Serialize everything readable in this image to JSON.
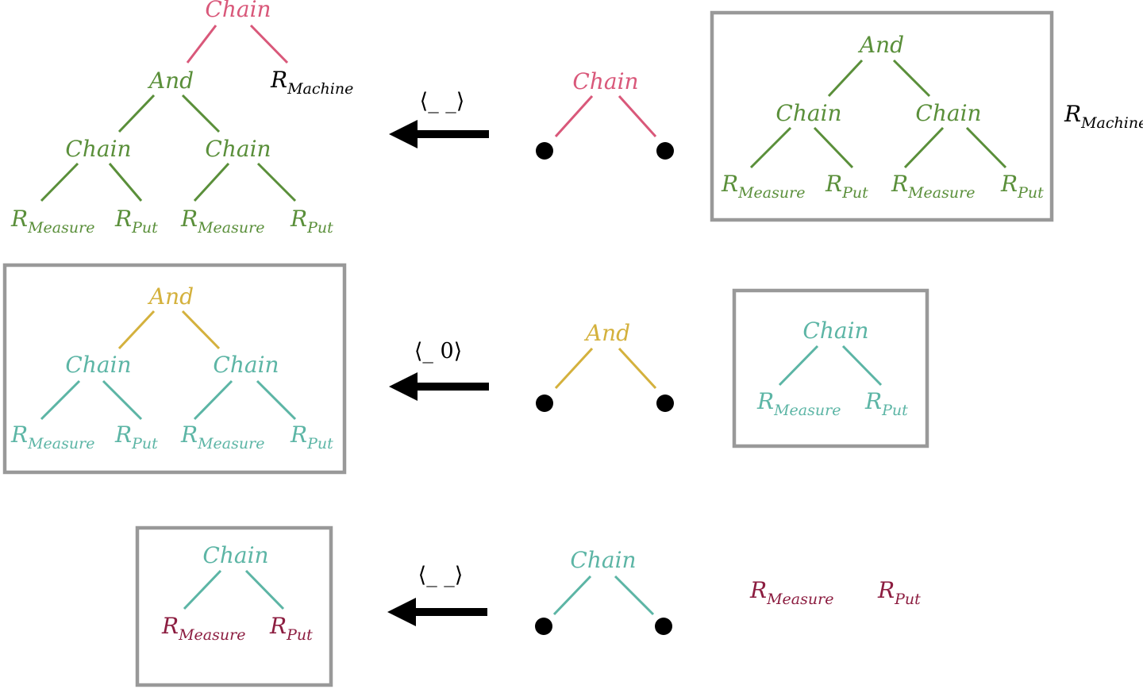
{
  "colors": {
    "pink": "#d9587a",
    "green": "#5a8f3a",
    "gold": "#d4b13d",
    "teal": "#5cb5a5",
    "maroon": "#8c1d40",
    "black": "#000000",
    "box": "#999999"
  },
  "labels": {
    "chain": "Chain",
    "and": "And",
    "r": "R",
    "measure": "Measure",
    "put": "Put",
    "machine": "Machine"
  },
  "steps": [
    {
      "operator": "⟨_ _⟩"
    },
    {
      "operator": "⟨_ 0⟩"
    },
    {
      "operator": "⟨_ _⟩"
    }
  ]
}
